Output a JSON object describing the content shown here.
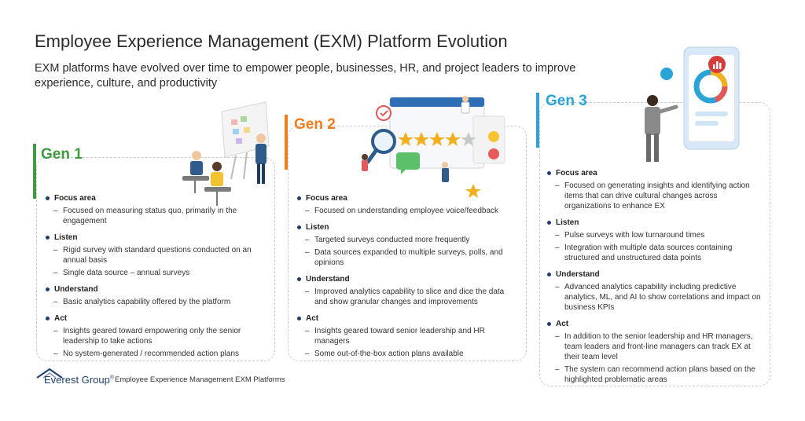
{
  "title": "Employee Experience Management (EXM) Platform Evolution",
  "subtitle": "EXM platforms have evolved over time to empower people, businesses, HR, and project leaders to improve experience, culture, and productivity",
  "colors": {
    "gen1": "#3f9b3f",
    "gen2": "#f07d1e",
    "gen3": "#2aa3d6",
    "bullet": "#1f3f6e"
  },
  "gen1": {
    "label": "Gen 1",
    "sections": [
      {
        "heading": "Focus area",
        "items": [
          "Focused on measuring status quo, primarily in the engagement"
        ]
      },
      {
        "heading": "Listen",
        "items": [
          "Rigid survey with standard questions conducted on an annual basis",
          "Single data source – annual surveys"
        ]
      },
      {
        "heading": "Understand",
        "items": [
          "Basic analytics capability offered by the platform"
        ]
      },
      {
        "heading": "Act",
        "items": [
          "Insights geared toward empowering only the senior leadership to take actions",
          "No system-generated / recommended action plans"
        ]
      }
    ]
  },
  "gen2": {
    "label": "Gen 2",
    "sections": [
      {
        "heading": "Focus area",
        "items": [
          "Focused on understanding employee voice/feedback"
        ]
      },
      {
        "heading": "Listen",
        "items": [
          "Targeted surveys conducted more frequently",
          "Data sources expanded to multiple surveys, polls, and opinions"
        ]
      },
      {
        "heading": "Understand",
        "items": [
          "Improved analytics capability to slice and dice the data and show granular changes and improvements"
        ]
      },
      {
        "heading": "Act",
        "items": [
          "Insights geared toward senior leadership and HR managers",
          "Some out-of-the-box action plans available"
        ]
      }
    ]
  },
  "gen3": {
    "label": "Gen 3",
    "sections": [
      {
        "heading": "Focus area",
        "items": [
          "Focused on generating insights and identifying action items that can drive cultural changes across organizations to enhance EX"
        ]
      },
      {
        "heading": "Listen",
        "items": [
          "Pulse surveys with low turnaround times",
          "Integration with multiple data sources containing structured and unstructured data points"
        ]
      },
      {
        "heading": "Understand",
        "items": [
          "Advanced analytics capability including predictive analytics, ML, and AI to show correlations and impact on business KPIs"
        ]
      },
      {
        "heading": "Act",
        "items": [
          "In addition to the senior leadership and HR managers, team leaders and front-line managers can track EX at their team level",
          "The system can recommend action plans based on the highlighted problematic areas"
        ]
      }
    ]
  },
  "footer": {
    "logo_text": "Everest Group",
    "logo_mark": "®",
    "text": "Employee Experience Management EXM Platforms"
  }
}
